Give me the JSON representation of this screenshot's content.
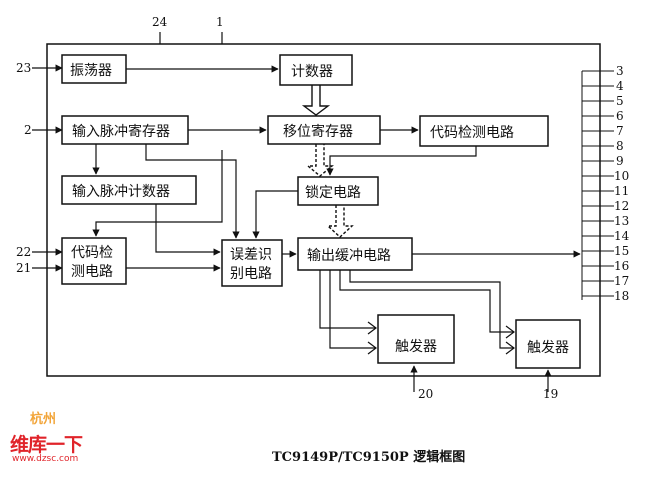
{
  "blocks": {
    "oscillator": "振荡器",
    "counter": "计数器",
    "input_register": "输入脉冲寄存器",
    "shift_register": "移位寄存器",
    "code_detect": "代码检测电路",
    "input_counter": "输入脉冲计数器",
    "latch": "锁定电路",
    "code_detect2_l1": "代码检",
    "code_detect2_l2": "测电路",
    "error_id_l1": "误差识",
    "error_id_l2": "别电路",
    "output_buffer": "输出缓冲电路",
    "trigger1": "触发器",
    "trigger2": "触发器"
  },
  "pins": {
    "p24": "24",
    "p1": "1",
    "p23": "23",
    "p2": "2",
    "p22": "22",
    "p21": "21",
    "p20": "20",
    "p19": "19",
    "p3": "3",
    "p4": "4",
    "p5": "5",
    "p6": "6",
    "p7": "7",
    "p8": "8",
    "p9": "9",
    "p10": "10",
    "p11": "11",
    "p12": "12",
    "p13": "13",
    "p14": "14",
    "p15": "15",
    "p16": "16",
    "p17": "17",
    "p18": "18"
  },
  "caption": "TC9149P/TC9150P 逻辑框图",
  "watermark": {
    "top": "杭州",
    "main": "维库一下",
    "url": "www.dzsc.com"
  }
}
